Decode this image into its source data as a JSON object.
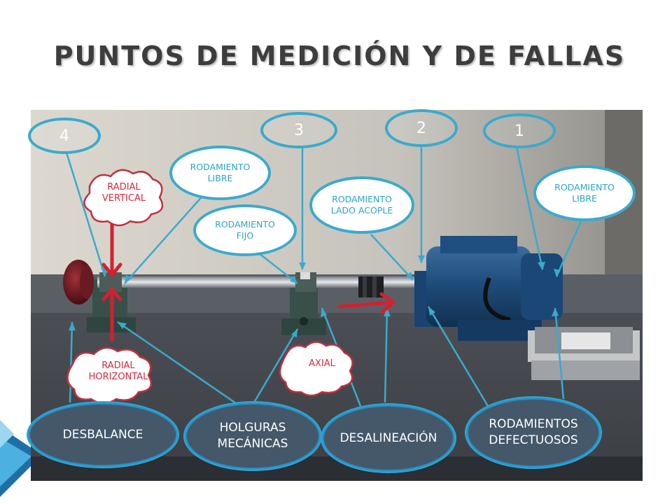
{
  "title": "PUNTOS DE MEDICIÓN Y DE FALLAS",
  "points": [
    {
      "number": "4"
    },
    {
      "number": "3"
    },
    {
      "number": "2"
    },
    {
      "number": "1"
    }
  ],
  "bearings": {
    "libre_left": "RODAMIENTO\nLIBRE",
    "fijo": "RODAMIENTO\nFIJO",
    "lado_acople": "RODAMIENTO\nLADO ACOPLE",
    "libre_right": "RODAMIENTO\nLIBRE"
  },
  "directions": {
    "radial_vertical": "RADIAL\nVERTICAL",
    "radial_horizontal": "RADIAL\nHORIZONTAL",
    "axial": "AXIAL"
  },
  "faults": {
    "desbalance": "DESBALANCE",
    "holguras": "HOLGURAS\nMECÁNICAS",
    "desalineacion": "DESALINEACIÓN",
    "rodamientos": "RODAMIENTOS\nDEFECTUOSOS"
  },
  "colors": {
    "callout_blue": "#3aaacc",
    "arrow_red": "#d4202f",
    "motor_blue": "#1d4a78"
  }
}
